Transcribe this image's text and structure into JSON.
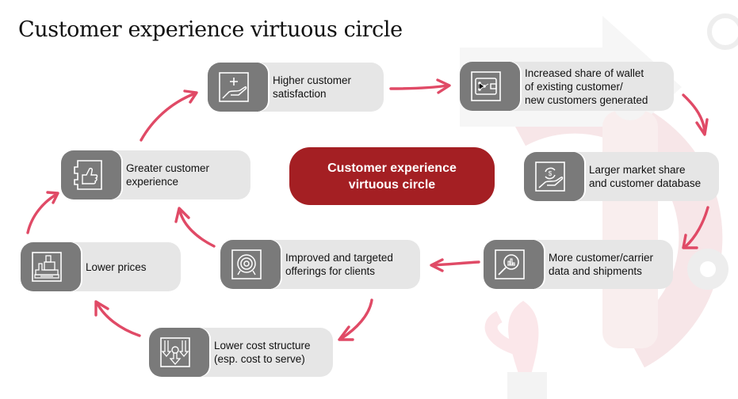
{
  "title": "Customer experience virtuous circle",
  "center_label": "Customer experience\nvirtuous circle",
  "colors": {
    "accent": "#a41f23",
    "arrow": "#e04a66",
    "card_bg": "#e6e6e6",
    "icon_bg": "#7a7a7a"
  },
  "steps": [
    {
      "id": "higher-satisfaction",
      "icon": "hand-plus-icon",
      "label": "Higher customer\nsatisfaction"
    },
    {
      "id": "share-of-wallet",
      "icon": "wallet-network-icon",
      "label": "Increased share of wallet\nof existing customer/\nnew customers generated"
    },
    {
      "id": "market-share",
      "icon": "hand-dollar-cycle-icon",
      "label": "Larger market share\nand customer database"
    },
    {
      "id": "more-data",
      "icon": "magnifier-chart-icon",
      "label": "More customer/carrier\ndata and shipments"
    },
    {
      "id": "targeted-offerings",
      "icon": "target-icon",
      "label": "Improved and targeted\nofferings for clients"
    },
    {
      "id": "lower-cost",
      "icon": "down-arrows-icon",
      "label": "Lower cost structure\n(esp. cost to serve)"
    },
    {
      "id": "lower-prices",
      "icon": "cash-register-icon",
      "label": "Lower prices"
    },
    {
      "id": "greater-experience",
      "icon": "thumbs-up-icon",
      "label": "Greater customer\nexperience"
    }
  ]
}
